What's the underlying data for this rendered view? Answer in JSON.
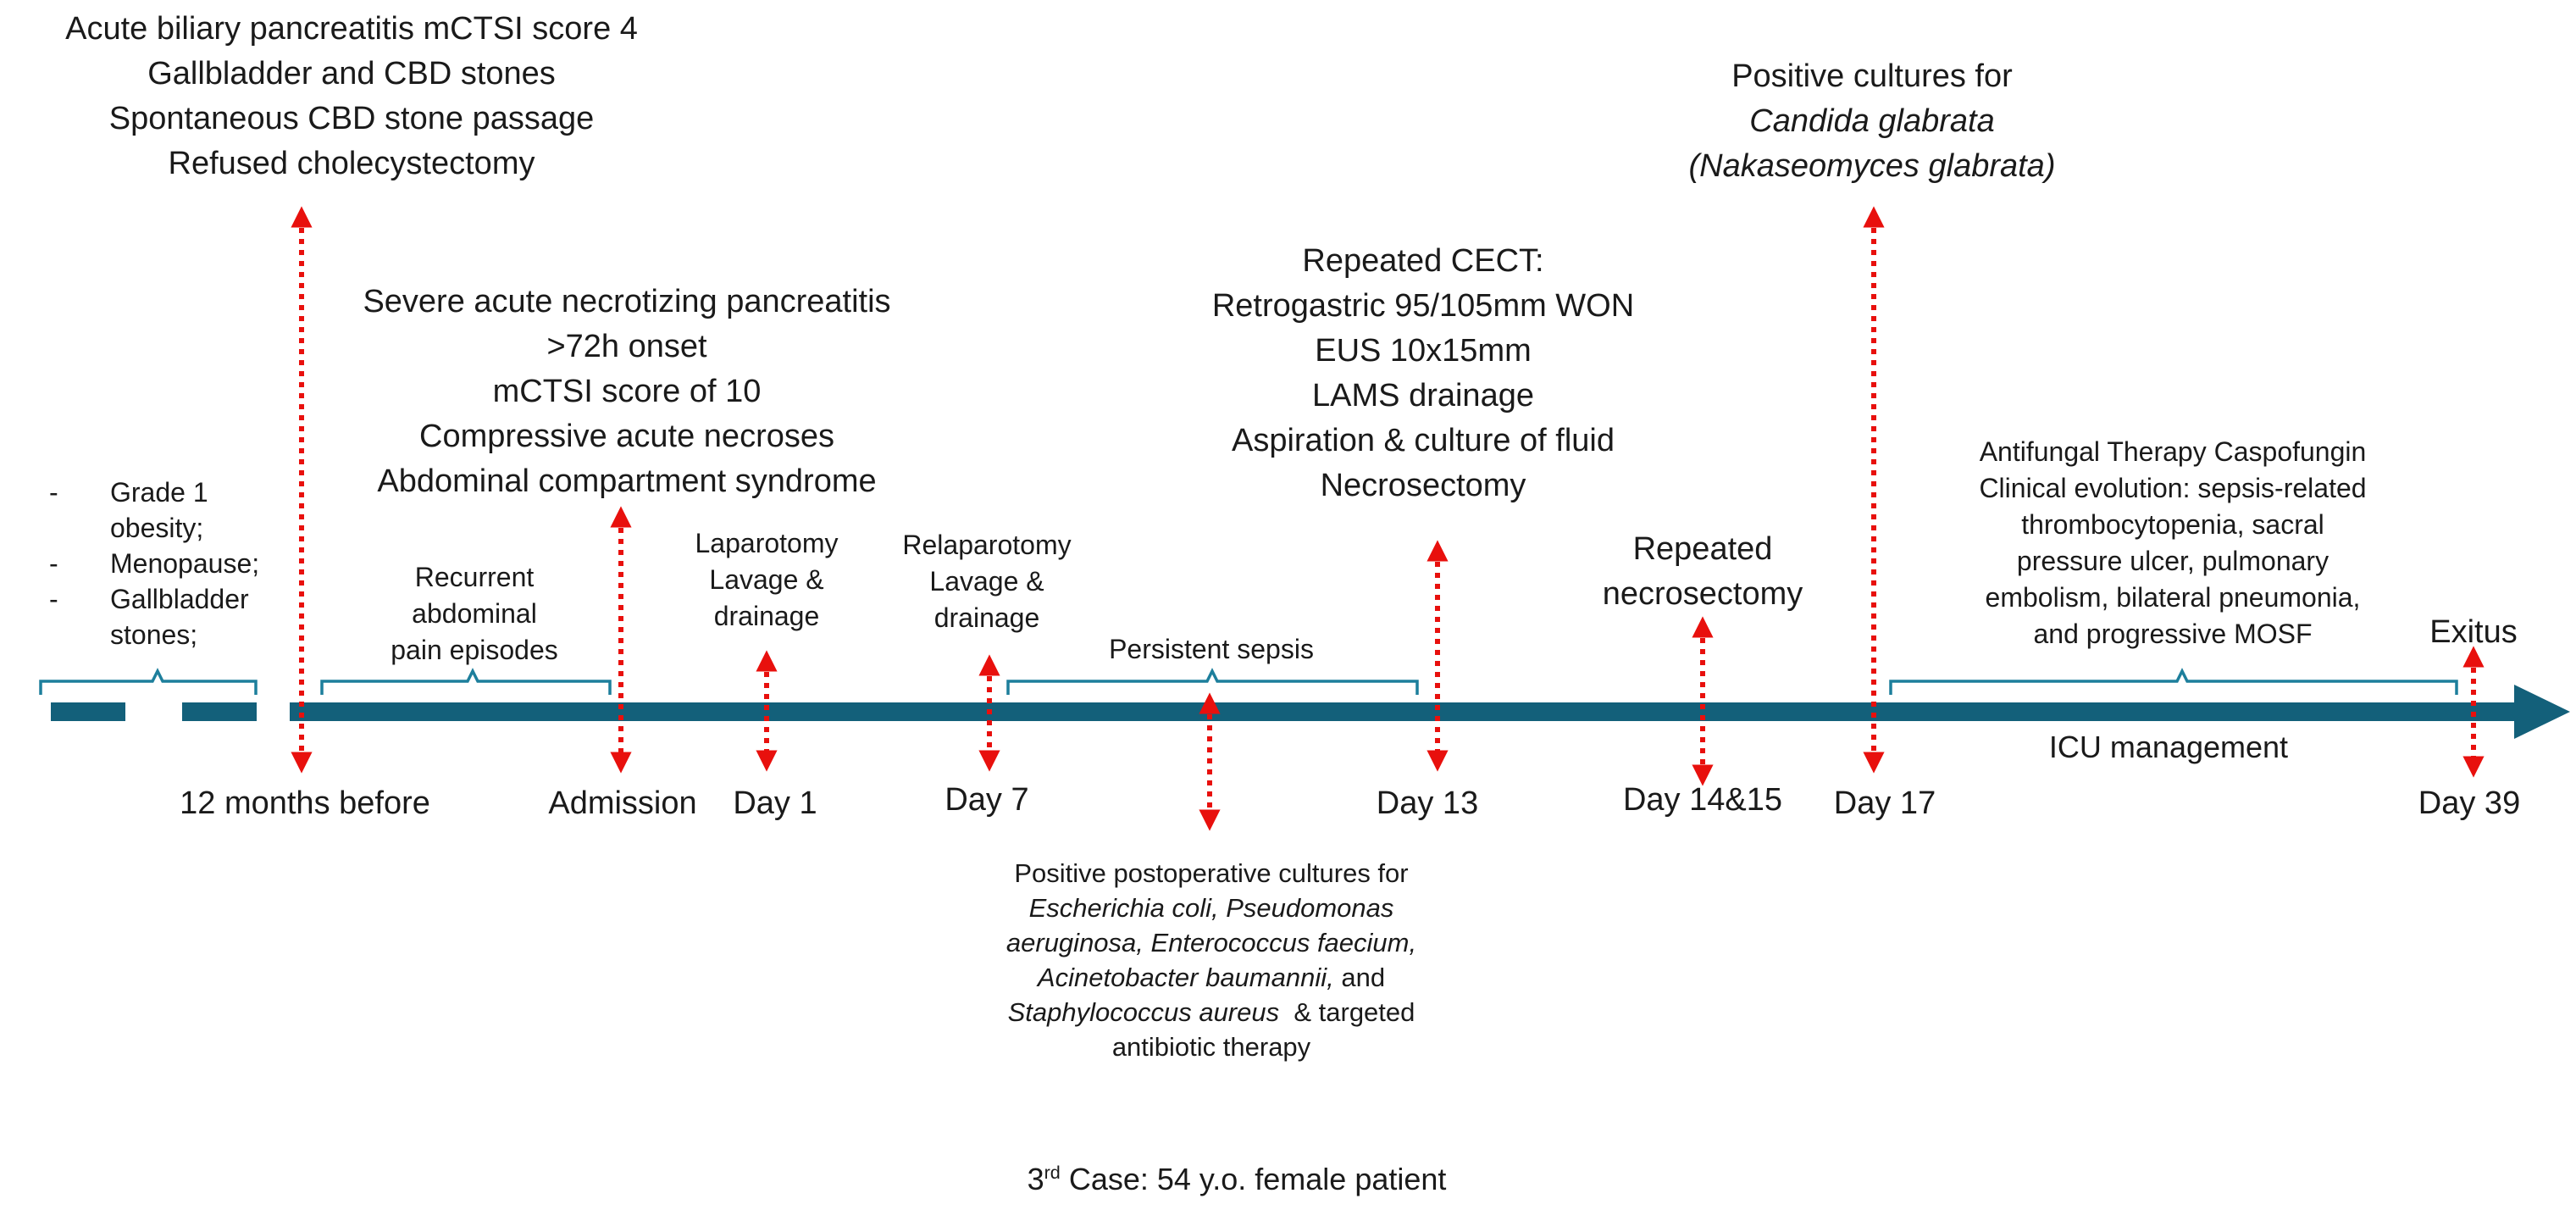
{
  "events": [
    {
      "id": "acute-biliary",
      "lines": [
        "Acute biliary pancreatitis mCTSI score 4",
        "Gallbladder and CBD stones",
        "Spontaneous CBD stone passage",
        "Refused cholecystectomy"
      ]
    },
    {
      "id": "severe-necrotizing",
      "lines": [
        "Severe acute necrotizing pancreatitis",
        ">72h onset",
        "mCTSI score of 10",
        "Compressive acute necroses",
        "Abdominal compartment syndrome"
      ]
    },
    {
      "id": "laparotomy",
      "lines": [
        "Laparotomy",
        "Lavage &",
        "drainage"
      ]
    },
    {
      "id": "relaparotomy",
      "lines": [
        "Relaparotomy",
        "Lavage &",
        "drainage"
      ]
    },
    {
      "id": "repeated-cect",
      "lines": [
        "Repeated CECT:",
        "Retrogastric 95/105mm WON",
        "EUS 10x15mm",
        "LAMS drainage",
        "Aspiration & culture of fluid",
        "Necrosectomy"
      ]
    },
    {
      "id": "repeated-necrosectomy",
      "lines": [
        "Repeated",
        "necrosectomy"
      ]
    },
    {
      "id": "positive-cultures-candida",
      "line1": "Positive cultures for",
      "line2": "Candida glabrata",
      "line3": "(Nakaseomyces glabrata)"
    },
    {
      "id": "antifungal",
      "lines": [
        "Antifungal Therapy Caspofungin",
        "Clinical evolution: sepsis-related",
        "thrombocytopenia, sacral",
        "pressure ulcer, pulmonary",
        "embolism, bilateral pneumonia,",
        "and progressive MOSF"
      ]
    },
    {
      "id": "exitus",
      "lines": [
        "Exitus"
      ]
    }
  ],
  "history": {
    "items": [
      {
        "dash": "-",
        "lines": [
          "Grade 1",
          "obesity;"
        ]
      },
      {
        "dash": "-",
        "lines": [
          "Menopause;"
        ]
      },
      {
        "dash": "-",
        "lines": [
          "Gallbladder",
          "stones;"
        ]
      }
    ]
  },
  "periods": {
    "recurrent_pain": [
      "Recurrent",
      "abdominal",
      "pain episodes"
    ],
    "persistent_sepsis": "Persistent sepsis",
    "icu_management": "ICU management"
  },
  "postop_cultures": {
    "l1": "Positive postoperative cultures for",
    "l2_it": "Escherichia coli, Pseudomonas",
    "l3_it": "aeruginosa, Enterococcus faecium,",
    "l4_it": "Acinetobacter baumannii,",
    "l4_rest": " and",
    "l5_it": "Staphylococcus aureus",
    "l5_rest": "  & targeted",
    "l6": "antibiotic therapy"
  },
  "time_labels": [
    "12 months before",
    "Admission",
    "Day 1",
    "Day 7",
    "Day 13",
    "Day 14&15",
    "Day 17",
    "Day 39"
  ],
  "caption": {
    "prefix": "3",
    "sup": "rd",
    "rest": " Case: 54 y.o. female patient"
  },
  "colors": {
    "timeline": "#13607a",
    "arrow": "#e8100d",
    "bracket": "#1d7f9c",
    "text": "#1a1a1a"
  }
}
